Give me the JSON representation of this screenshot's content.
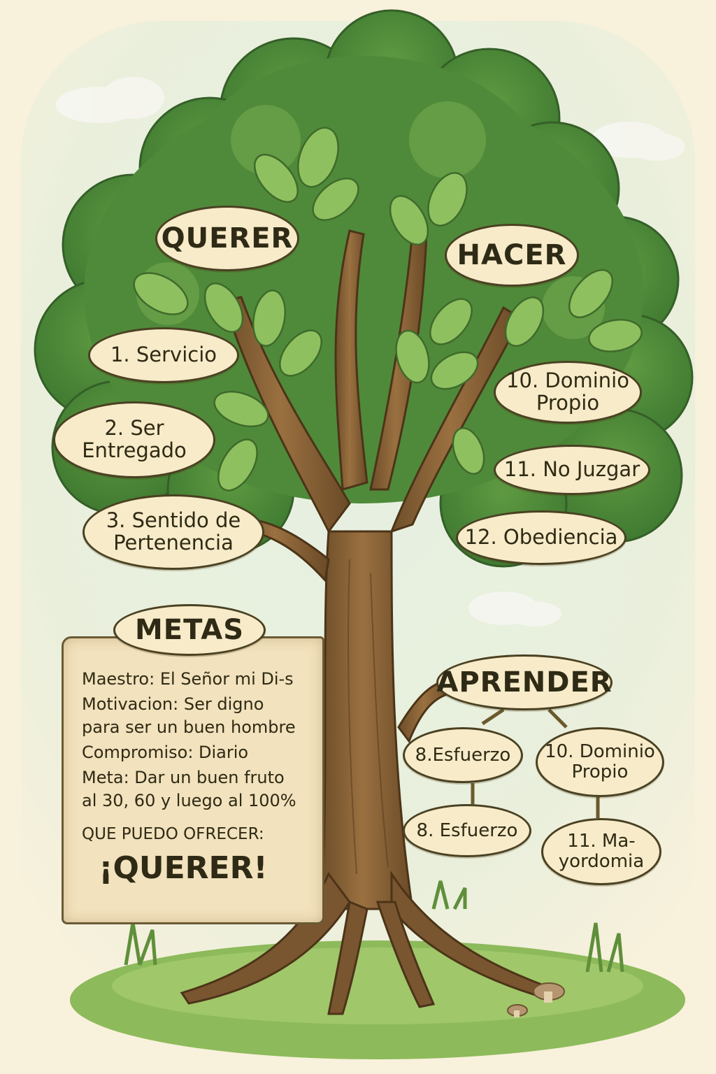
{
  "sections": {
    "querer": "QUERER",
    "hacer": "HACER",
    "aprender": "APRENDER",
    "metas": "METAS"
  },
  "querer_items": [
    "1. Servicio",
    "2. Ser\nEntregado",
    "3. Sentido de\nPertenencia"
  ],
  "hacer_items": [
    "10. Dominio\nPropio",
    "11. No Juzgar",
    "12. Obediencia"
  ],
  "aprender_items": [
    "8.Esfuerzo",
    "10. Dominio\nPropio",
    "8. Esfuerzo",
    "11. Ma-\nyordomia"
  ],
  "metas_panel": {
    "maestro": "Maestro: El Señor mi Di-s",
    "motivacion": "Motivacion: Ser digno\npara ser un buen hombre",
    "compromiso": "Compromiso: Diario",
    "meta": "Meta: Dar un buen fruto\nal 30, 60 y luego al 100%",
    "offer_label": "QUE PUEDO OFRECER:",
    "offer_value": "¡QUERER!"
  },
  "colors": {
    "canopy_dark": "#4f8a3a",
    "canopy_light": "#7fb356",
    "trunk": "#8a6438",
    "trunk_dark": "#5e4324",
    "label_fill": "#f7ebc9",
    "label_border": "#4a4122",
    "sky": "#dcebe1",
    "grass": "#7fae4f"
  },
  "icons": [
    "leaf-icon",
    "mushroom-icon",
    "cloud-icon"
  ]
}
